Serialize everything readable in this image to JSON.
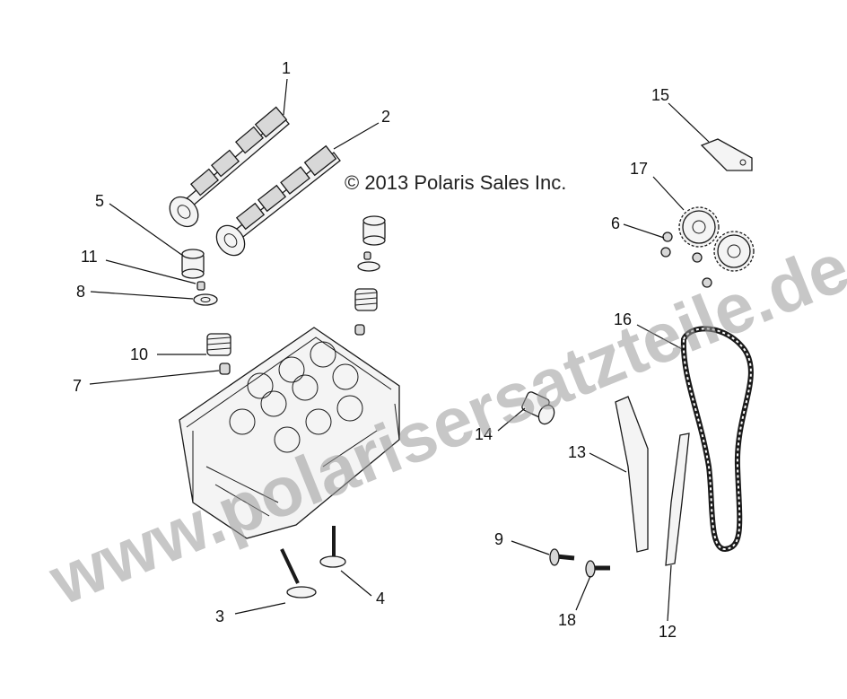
{
  "copyright": "© 2013 Polaris Sales Inc.",
  "watermark": "www.polarisersatzteile.de",
  "callouts": {
    "c1": "1",
    "c2": "2",
    "c3": "3",
    "c4": "4",
    "c5": "5",
    "c6": "6",
    "c7": "7",
    "c8": "8",
    "c9": "9",
    "c10": "10",
    "c11": "11",
    "c12": "12",
    "c13": "13",
    "c14": "14",
    "c15": "15",
    "c16": "16",
    "c17": "17",
    "c18": "18"
  }
}
